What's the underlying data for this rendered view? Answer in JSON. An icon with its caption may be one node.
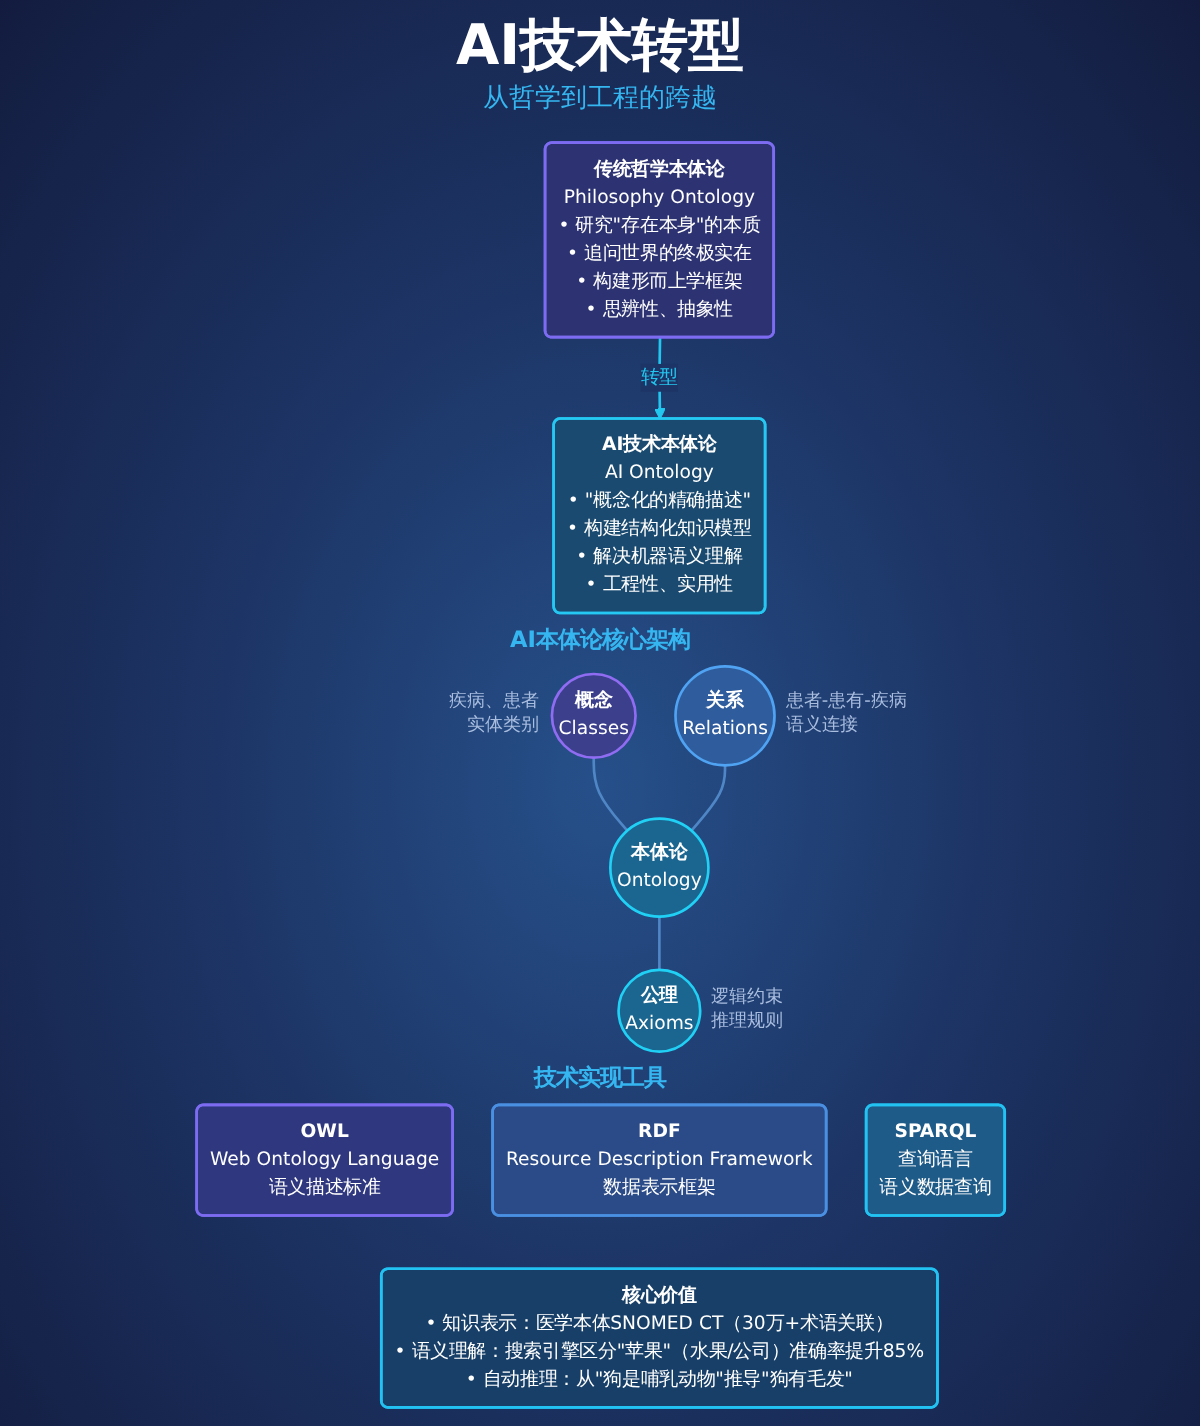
{
  "diagram": {
    "title": "AI技术转型",
    "nodes": [
      {
        "text": [
          "传统哲学本体论",
          "Philosophy Ontology",
          "• 研究\"存在本身\"的本质",
          "• 追问世界的终极实在",
          "• 构建形而上学框架",
          "• 思辨性、抽象性"
        ]
      },
      {
        "text": [
          "AI技术本体论",
          "AI Ontology",
          "• \"概念化的精确描述\"",
          "• 构建结构化知识模型",
          "• 解决机器语义理解",
          "• 工程性、实用性"
        ]
      },
      {
        "text": [
          "概念",
          "Classes"
        ],
        "beside": [
          "疾病、患者",
          "实体类别"
        ]
      },
      {
        "text": [
          "本体论",
          "Ontology"
        ]
      },
      {
        "text": [
          "关系",
          "Relations"
        ],
        "beside": [
          "患者-患有-疾病",
          "语义连接"
        ]
      },
      {
        "text": [
          "公理",
          "Axioms"
        ],
        "beside": [
          "逻辑约束",
          "推理规则"
        ]
      },
      {
        "text": [
          "OWL",
          "Web Ontology Language",
          "语义描述标准"
        ]
      },
      {
        "text": [
          "RDF",
          "Resource Description Framework",
          "数据表示框架"
        ]
      },
      {
        "text": [
          "SPARQL",
          "查询语言",
          "语义数据查询"
        ]
      },
      {
        "text": [
          "核心价值",
          "• 知识表示：医学本体SNOMED CT（30万+术语关联）",
          "• 语义理解：搜索引擎区分\"苹果\"（水果/公司）准确率提升85%",
          "• 自动推理：从\"狗是哺乳动物\"推导\"狗有毛发\""
        ]
      }
    ],
    "edges": [
      {
        "from": 0,
        "to": 1,
        "arrow": "to",
        "label": "转型",
        "color": "#22c7f0"
      },
      {
        "from": 2,
        "to": 3,
        "arrow": "none"
      },
      {
        "from": 4,
        "to": 3,
        "arrow": "none"
      },
      {
        "from": 3,
        "to": 5,
        "arrow": "none"
      }
    ],
    "labels": [
      "从哲学到工程的跨越",
      "AI本体论核心架构",
      "技术实现工具"
    ]
  }
}
